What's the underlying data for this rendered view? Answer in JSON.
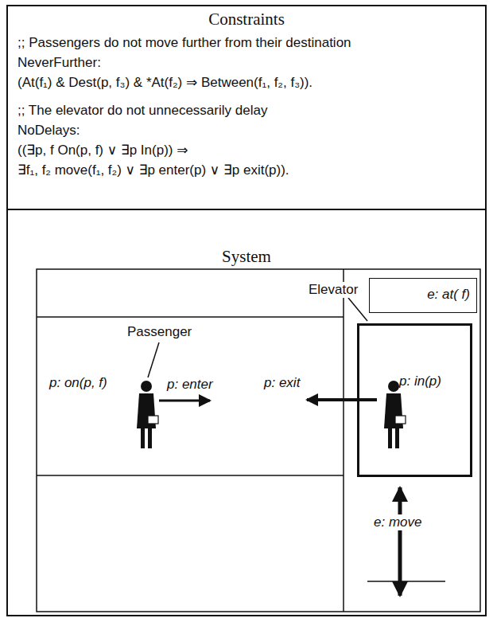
{
  "diagram": {
    "nodes": [
      {
        "text": [
          "Constraints",
          ";; Passengers do not move further from their destination",
          "NeverFurther:",
          "(At(f₁) & Dest(p, f₃) & *At(f₂) ⇒ Between(f₁, f₂, f₃)).",
          ";; The elevator do not unnecessarily delay",
          "NoDelays:",
          "((∃p, f On(p, f) ∨ ∃p In(p)) ⇒",
          "∃f₁, f₂ move(f₁, f₂) ∨ ∃p enter(p) ∨ ∃p exit(p))."
        ]
      },
      {
        "text": [
          "System"
        ]
      },
      {
        "text": [
          "p: in(p)"
        ],
        "in": 1
      },
      {
        "text": [
          "e: at( f)"
        ],
        "in": 1
      }
    ],
    "labels": [
      "Elevator",
      "Passenger",
      "p: on(p, f)",
      "p: enter",
      "p: exit",
      "e: move"
    ]
  }
}
